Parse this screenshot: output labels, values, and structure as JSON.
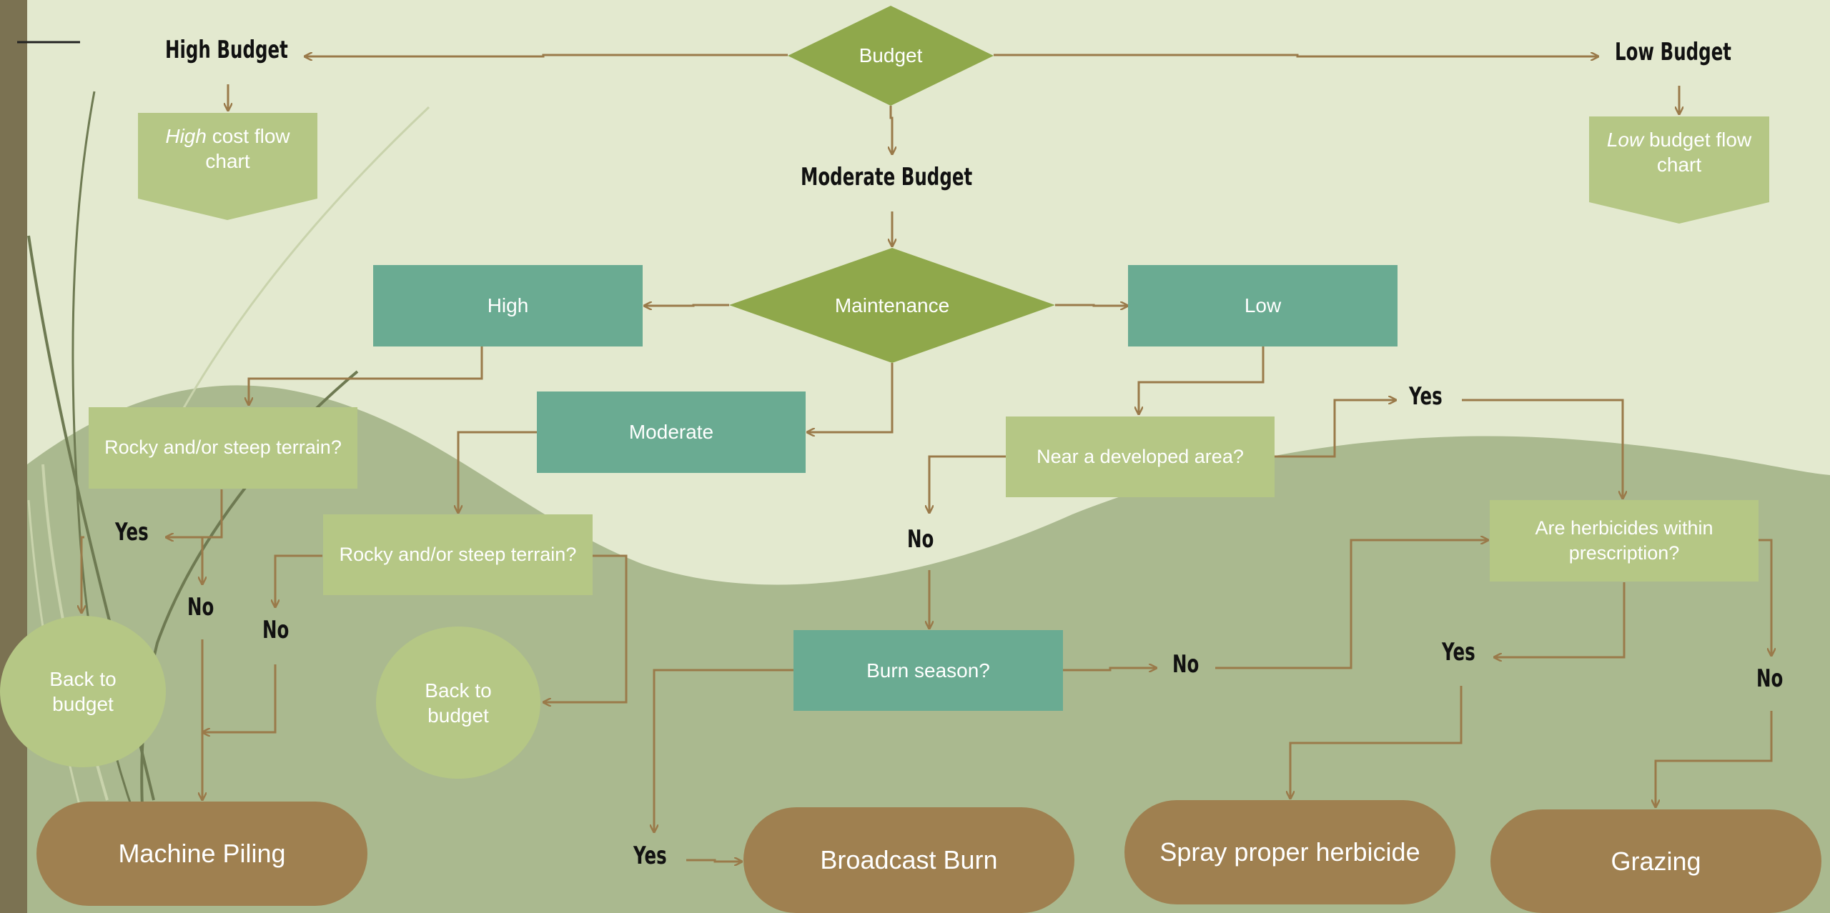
{
  "colors": {
    "background": "#e3e9cf",
    "hill": "#aab98f",
    "diamond": "#8fa84b",
    "teal": "#6aab92",
    "lightgreen": "#b5c785",
    "brown": "#9f8050",
    "arrow": "#9a7a4a"
  },
  "nodes": {
    "budget": "Budget",
    "high_budget": "High Budget",
    "low_budget": "Low Budget",
    "high_flow_em": "High",
    "high_flow_rest": " cost flow chart",
    "low_flow_em": "Low",
    "low_flow_rest": " budget flow chart",
    "moderate_budget": "Moderate Budget",
    "maintenance": "Maintenance",
    "high": "High",
    "low": "Low",
    "moderate": "Moderate",
    "rocky_left": "Rocky and/or steep terrain?",
    "rocky_mid": "Rocky and/or steep terrain?",
    "near_developed": "Near a developed area?",
    "herbicides": "Are herbicides within prescription?",
    "burn_season": "Burn season?",
    "back_budget_1": "Back to budget",
    "back_budget_2": "Back to budget",
    "machine_piling": "Machine Piling",
    "broadcast_burn": "Broadcast Burn",
    "spray_herbicide": "Spray proper herbicide",
    "grazing": "Grazing"
  },
  "labels": {
    "yes_left": "Yes",
    "no_left": "No",
    "no_mid": "No",
    "yes_top": "Yes",
    "no_center": "No",
    "no_right_burn": "No",
    "yes_herb": "Yes",
    "no_herb": "No",
    "yes_burn": "Yes"
  }
}
